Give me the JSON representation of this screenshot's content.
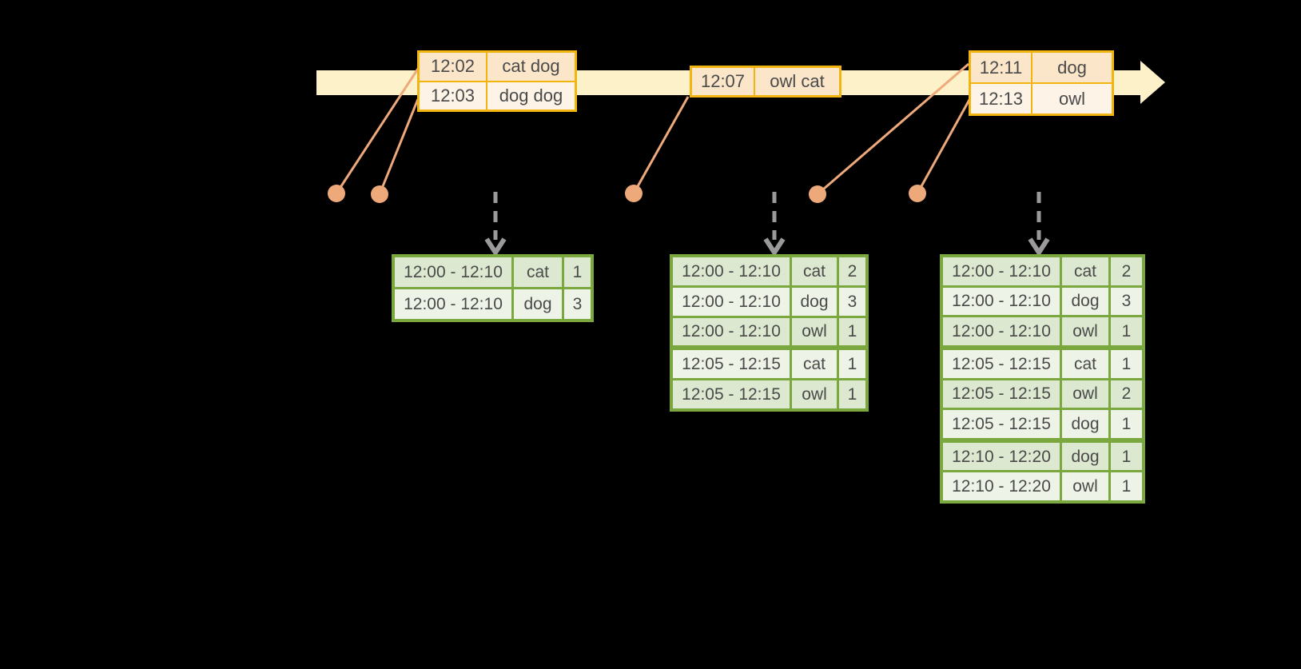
{
  "colors": {
    "background": "#000000",
    "timeline_band": "#fcf1c8",
    "event_table_border": "#f2b50f",
    "event_row_dark": "#fbe6ca",
    "event_row_light": "#fdf3e6",
    "event_dot": "#eea97b",
    "trigger_arrow": "#9a9a9a",
    "result_table_border": "#7aa73e",
    "result_row_dark": "#dce8cf",
    "result_row_light": "#eef3e7",
    "text": "#4a4a4a"
  },
  "event_tables": [
    {
      "rows": [
        {
          "time": "12:02",
          "words": "cat dog"
        },
        {
          "time": "12:03",
          "words": "dog dog"
        }
      ]
    },
    {
      "rows": [
        {
          "time": "12:07",
          "words": "owl cat"
        }
      ]
    },
    {
      "rows": [
        {
          "time": "12:11",
          "words": "dog"
        },
        {
          "time": "12:13",
          "words": "owl"
        }
      ]
    }
  ],
  "result_tables": [
    {
      "rows": [
        {
          "window": "12:00 - 12:10",
          "word": "cat",
          "count": "1"
        },
        {
          "window": "12:00 - 12:10",
          "word": "dog",
          "count": "3"
        }
      ]
    },
    {
      "rows": [
        {
          "window": "12:00 - 12:10",
          "word": "cat",
          "count": "2"
        },
        {
          "window": "12:00 - 12:10",
          "word": "dog",
          "count": "3"
        },
        {
          "window": "12:00 - 12:10",
          "word": "owl",
          "count": "1"
        },
        {
          "window": "12:05 - 12:15",
          "word": "cat",
          "count": "1"
        },
        {
          "window": "12:05 - 12:15",
          "word": "owl",
          "count": "1"
        }
      ]
    },
    {
      "rows": [
        {
          "window": "12:00 - 12:10",
          "word": "cat",
          "count": "2"
        },
        {
          "window": "12:00 - 12:10",
          "word": "dog",
          "count": "3"
        },
        {
          "window": "12:00 - 12:10",
          "word": "owl",
          "count": "1"
        },
        {
          "window": "12:05 - 12:15",
          "word": "cat",
          "count": "1"
        },
        {
          "window": "12:05 - 12:15",
          "word": "owl",
          "count": "2"
        },
        {
          "window": "12:05 - 12:15",
          "word": "dog",
          "count": "1"
        },
        {
          "window": "12:10 - 12:20",
          "word": "dog",
          "count": "1"
        },
        {
          "window": "12:10 - 12:20",
          "word": "owl",
          "count": "1"
        }
      ]
    }
  ]
}
